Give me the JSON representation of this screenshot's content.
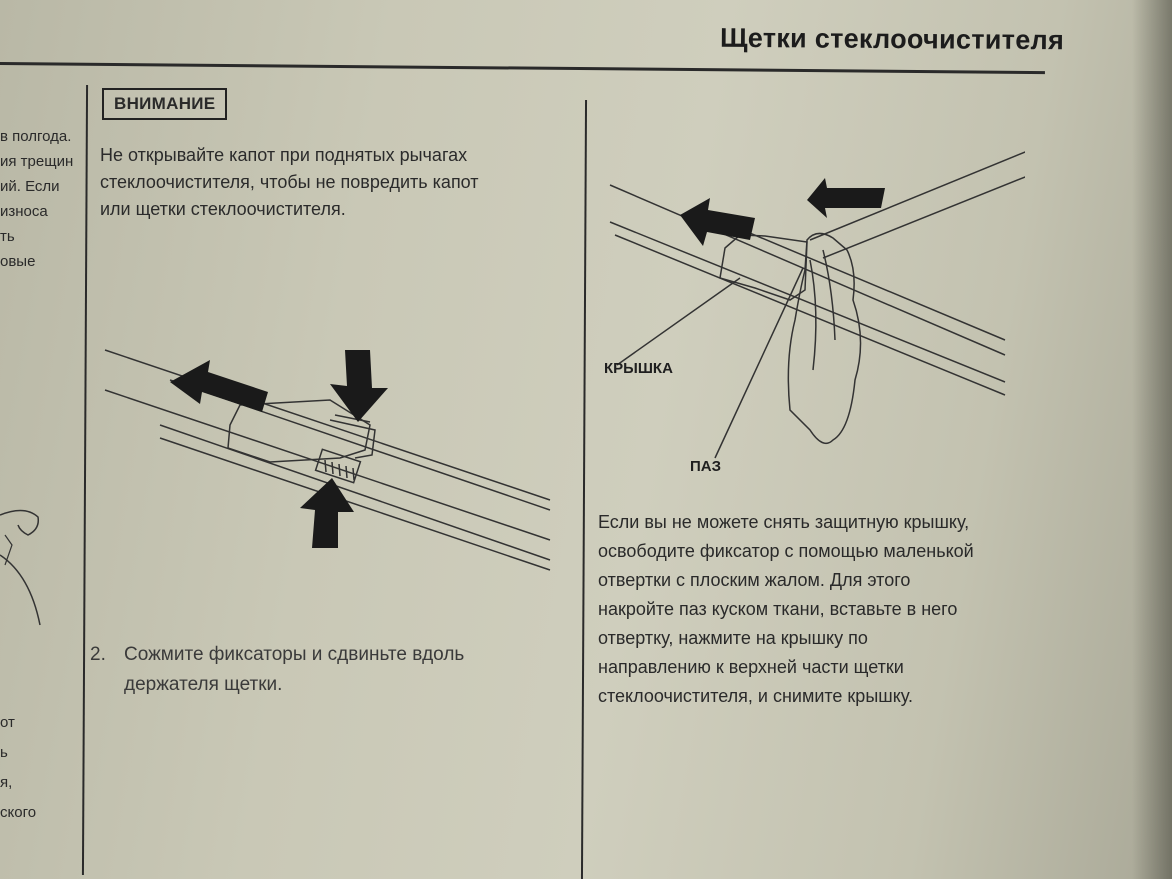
{
  "header": {
    "title": "Щетки стеклоочистителя"
  },
  "margin_top": [
    "в полгода.",
    "ия трещин",
    "ий. Если",
    "износа",
    "ть",
    "овые"
  ],
  "margin_bottom": [
    "от",
    "ь",
    "я,",
    "ского"
  ],
  "warning": {
    "label": "ВНИМАНИЕ",
    "lines": [
      "Не открывайте капот при поднятых рычагах",
      "стеклоочистителя, чтобы не повредить капот",
      "или щетки стеклоочистителя."
    ]
  },
  "step2": {
    "number": "2.",
    "line1": "Сожмите фиксаторы и сдвиньте вдоль",
    "line2": "держателя щетки."
  },
  "right_figure": {
    "label_cover": "КРЫШКА",
    "label_slot": "ПАЗ"
  },
  "right_text": [
    "Если вы не можете снять защитную крышку,",
    "освободите фиксатор с помощью маленькой",
    "отвертки с плоским жалом. Для этого",
    "накройте паз куском ткани, вставьте в него",
    "отвертку, нажмите на крышку по",
    "направлению к верхней части щетки",
    "стеклоочистителя, и снимите крышку."
  ]
}
